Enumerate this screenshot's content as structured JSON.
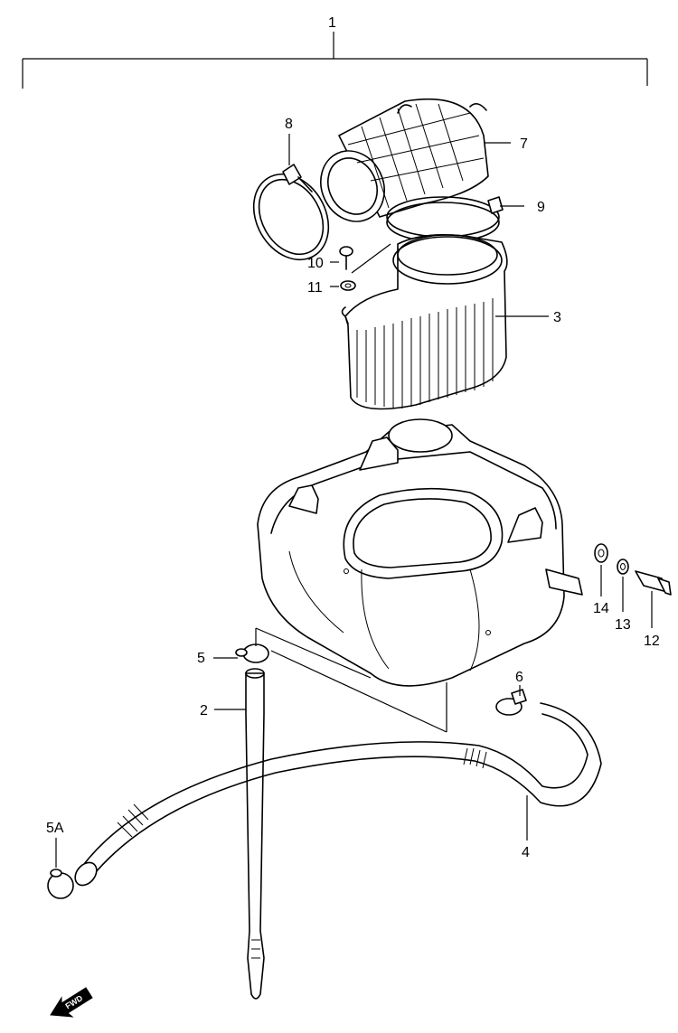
{
  "diagram": {
    "callouts": {
      "c1": "1",
      "c2": "2",
      "c3": "3",
      "c4": "4",
      "c5": "5",
      "c5a": "5A",
      "c6": "6",
      "c7": "7",
      "c8": "8",
      "c9": "9",
      "c10": "10",
      "c11": "11",
      "c12": "12",
      "c13": "13",
      "c14": "14"
    },
    "direction_marker": "FWD"
  }
}
